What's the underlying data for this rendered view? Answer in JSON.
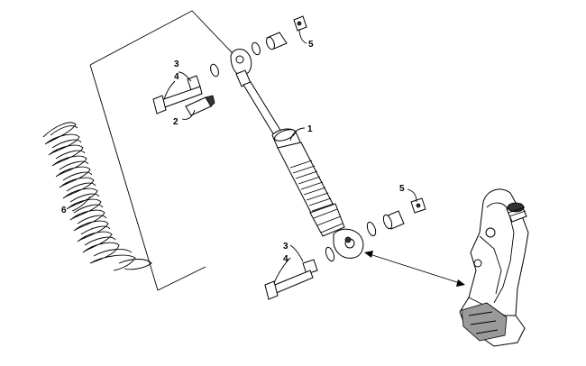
{
  "callouts": {
    "shock": "1",
    "pin": "2",
    "sleeve_upper": "3",
    "bolt_upper": "4",
    "nut_upper": "5",
    "spring": "6",
    "nut_lower": "5",
    "sleeve_lower": "3",
    "bolt_lower": "4"
  }
}
